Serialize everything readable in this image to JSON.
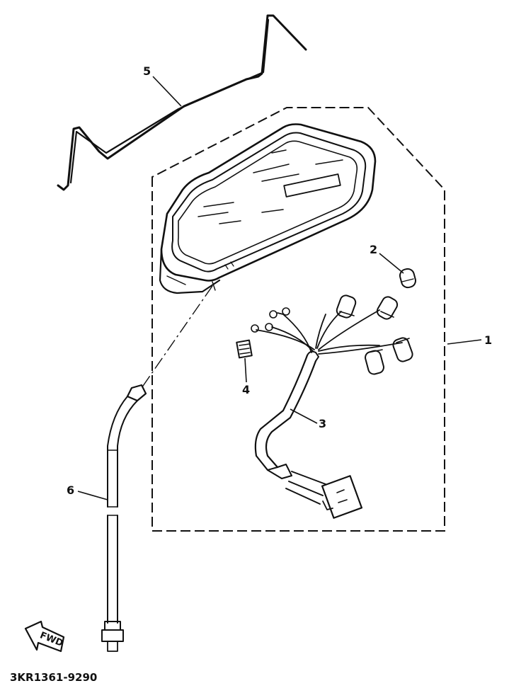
{
  "diagram": {
    "part_code": "3KR1361-9290",
    "fwd_label": "FWD",
    "callouts": [
      "1",
      "2",
      "3",
      "4",
      "5",
      "6"
    ],
    "line_color": "#111111",
    "background": "#ffffff"
  }
}
